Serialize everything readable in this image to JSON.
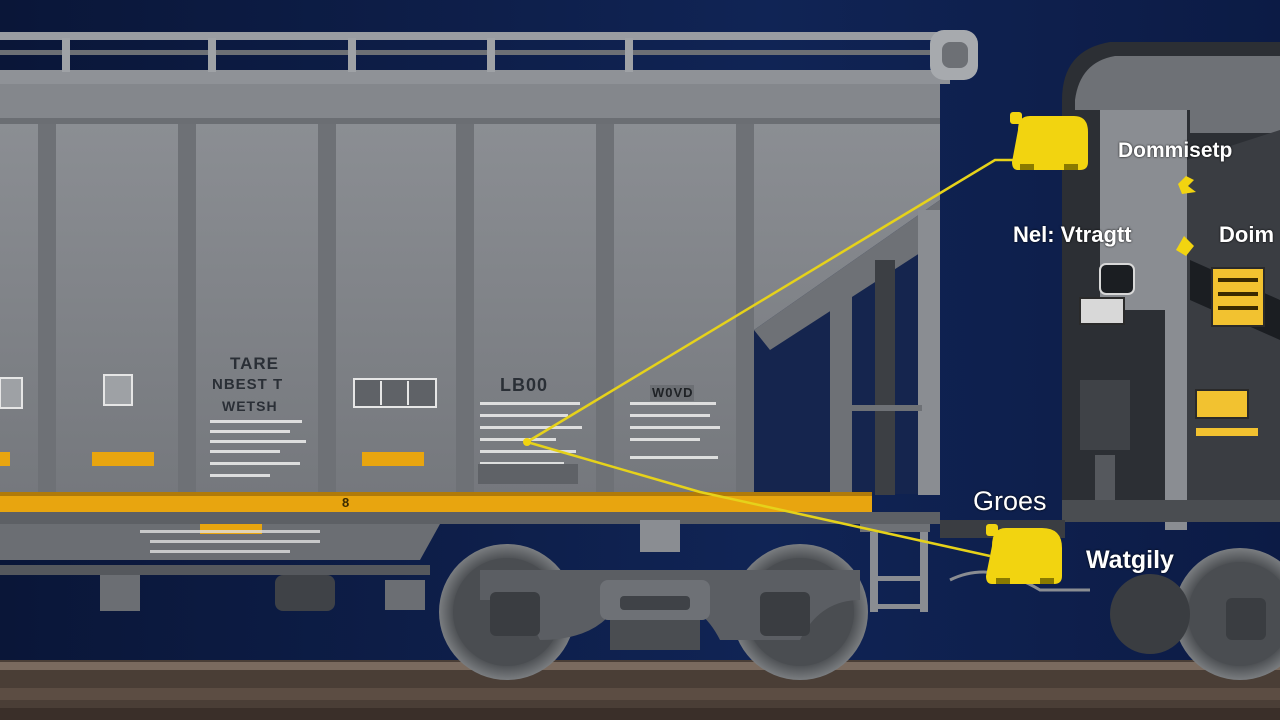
{
  "car_stencils": {
    "tare_line1": "TARE",
    "tare_line2": "NBEST T",
    "tare_line3": "WETSH",
    "load_label": "LB00",
    "right_label": "W0VD",
    "underframe": "8"
  },
  "callouts": {
    "top_right": "Dommisetp",
    "net_weight": "Nel: Vtragtt",
    "right_edge": "Doim",
    "gross": "Groes",
    "weight": "Watgily"
  },
  "colors": {
    "sky": "#0d1d45",
    "car_body": "#7f8287",
    "stripe": "#e8a50f",
    "callout_yellow": "#f2d410"
  },
  "icons": [
    "weight-scale-icon",
    "weight-scale-icon"
  ]
}
